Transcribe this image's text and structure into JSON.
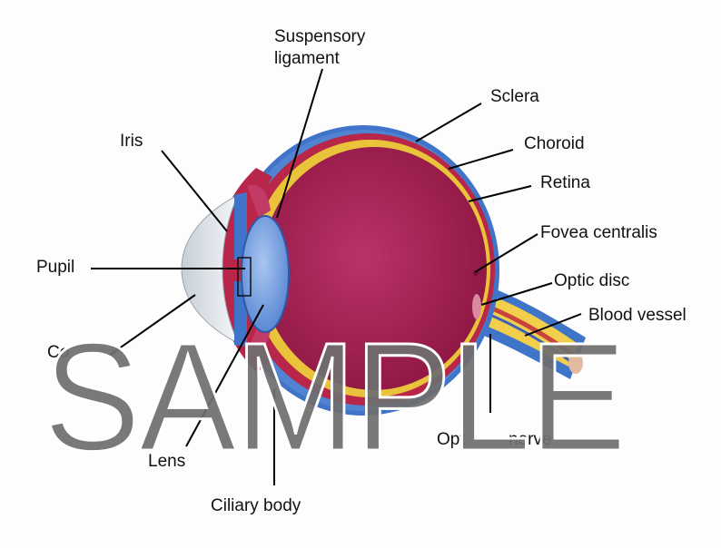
{
  "labels": {
    "suspensory_1": "Suspensory",
    "suspensory_2": "ligament",
    "sclera": "Sclera",
    "choroid": "Choroid",
    "retina": "Retina",
    "iris": "Iris",
    "pupil": "Pupil",
    "fovea": "Fovea centralis",
    "optic_disc": "Optic disc",
    "blood_vessel": "Blood vessel",
    "cornea_partial": "Co",
    "optic_nerve_partial": "Opt",
    "optic_nerve_tail": "nerve",
    "lens": "Lens",
    "ciliary_body": "Ciliary body"
  },
  "watermark": "SAMPLE",
  "colors": {
    "sclera": "#3f74c9",
    "sclera_light": "#8fb4e6",
    "choroid": "#b8264a",
    "vitreous": "#a21f52",
    "retina_yellow": "#e9c43a",
    "lens": "#6a98e0",
    "cornea": "#d7dde4",
    "watermark": "#6f6f6f"
  }
}
